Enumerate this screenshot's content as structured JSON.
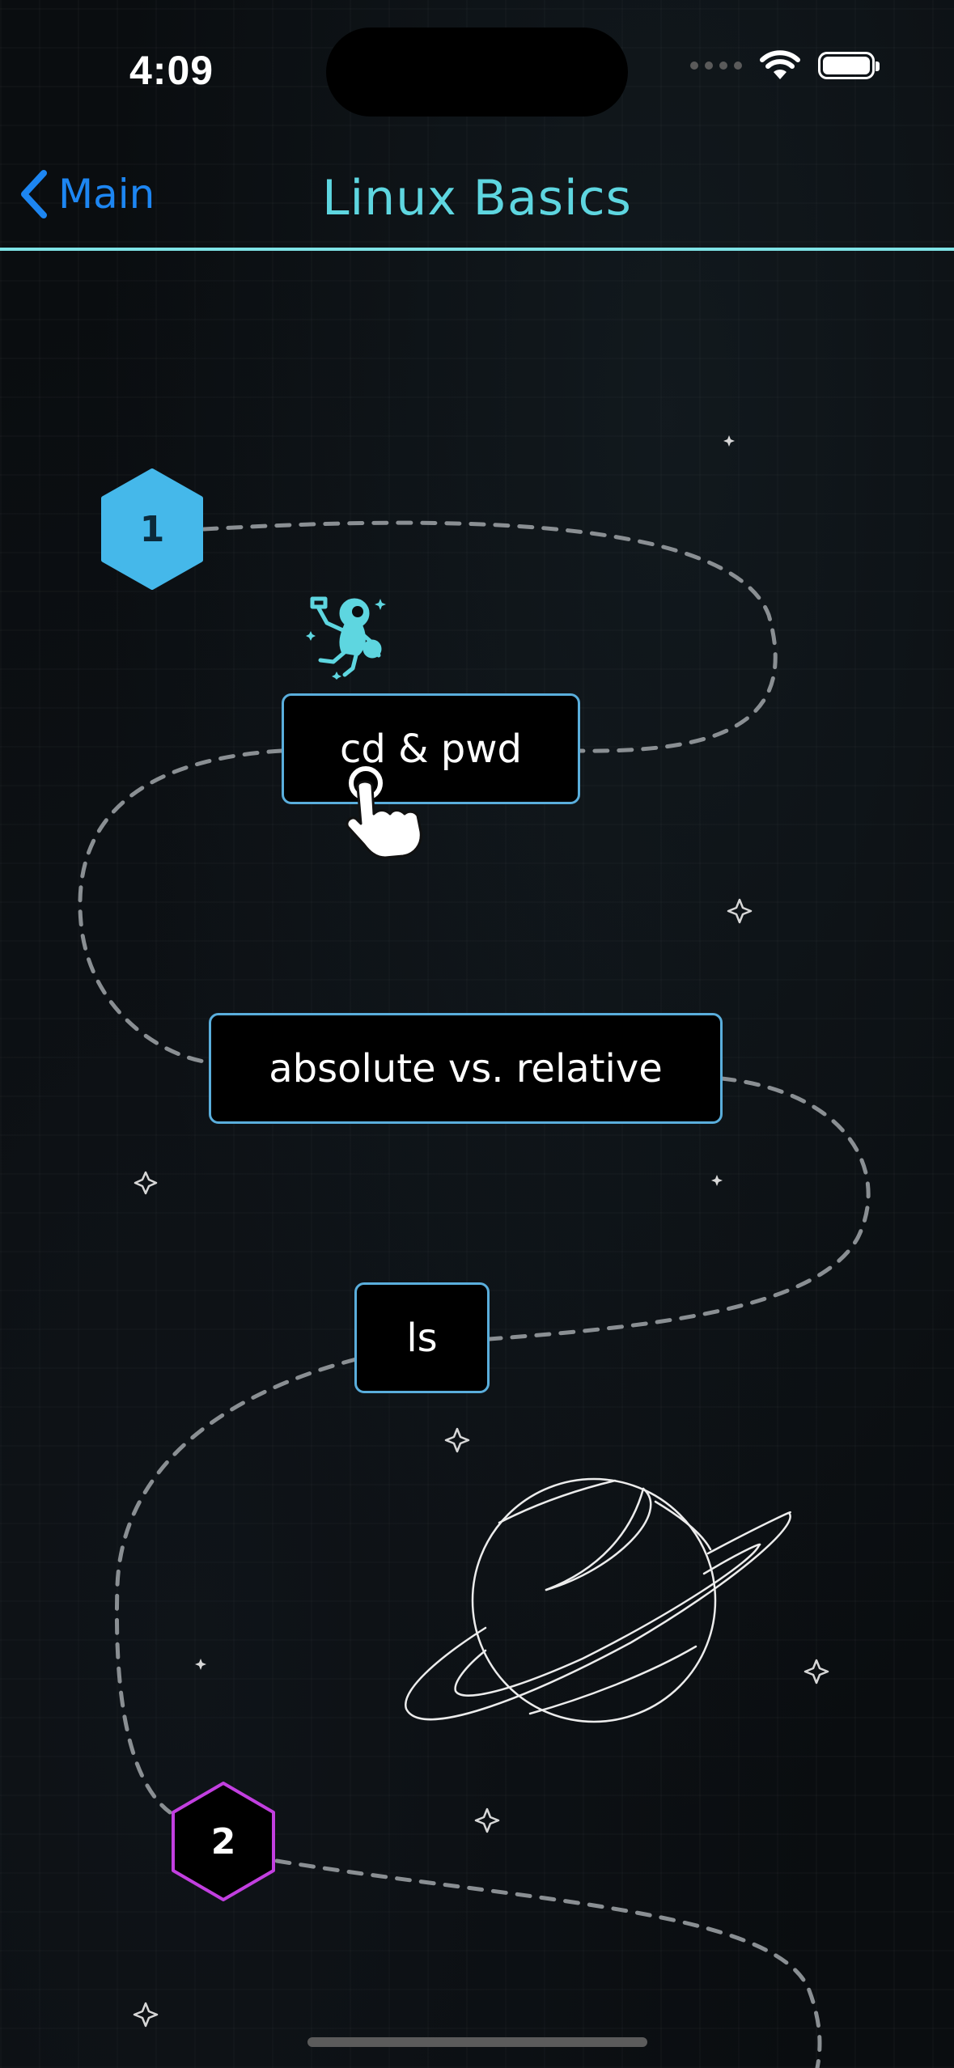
{
  "status_bar": {
    "time": "4:09"
  },
  "nav": {
    "back_label": "Main",
    "title": "Linux Basics"
  },
  "units": [
    {
      "number": "1",
      "color": "#45b8ea",
      "style": "filled"
    },
    {
      "number": "2",
      "color": "#c23fe0",
      "style": "outline"
    }
  ],
  "lessons": [
    {
      "label": "cd & pwd",
      "current": true
    },
    {
      "label": "absolute vs. relative",
      "current": false
    },
    {
      "label": "ls",
      "current": false
    }
  ],
  "colors": {
    "accent_cyan": "#5ed6e0",
    "link_blue": "#1d86f2",
    "card_border": "#5aaedc",
    "path_dash": "#8a8f93",
    "unit1": "#45b8ea",
    "unit2": "#c23fe0"
  },
  "icons": {
    "back": "chevron-left-icon",
    "wifi": "wifi-icon",
    "battery": "battery-icon",
    "mascot": "astronaut-icon",
    "pointer": "tap-hand-icon",
    "decor": "planet-icon",
    "sparkle": "sparkle-icon"
  }
}
